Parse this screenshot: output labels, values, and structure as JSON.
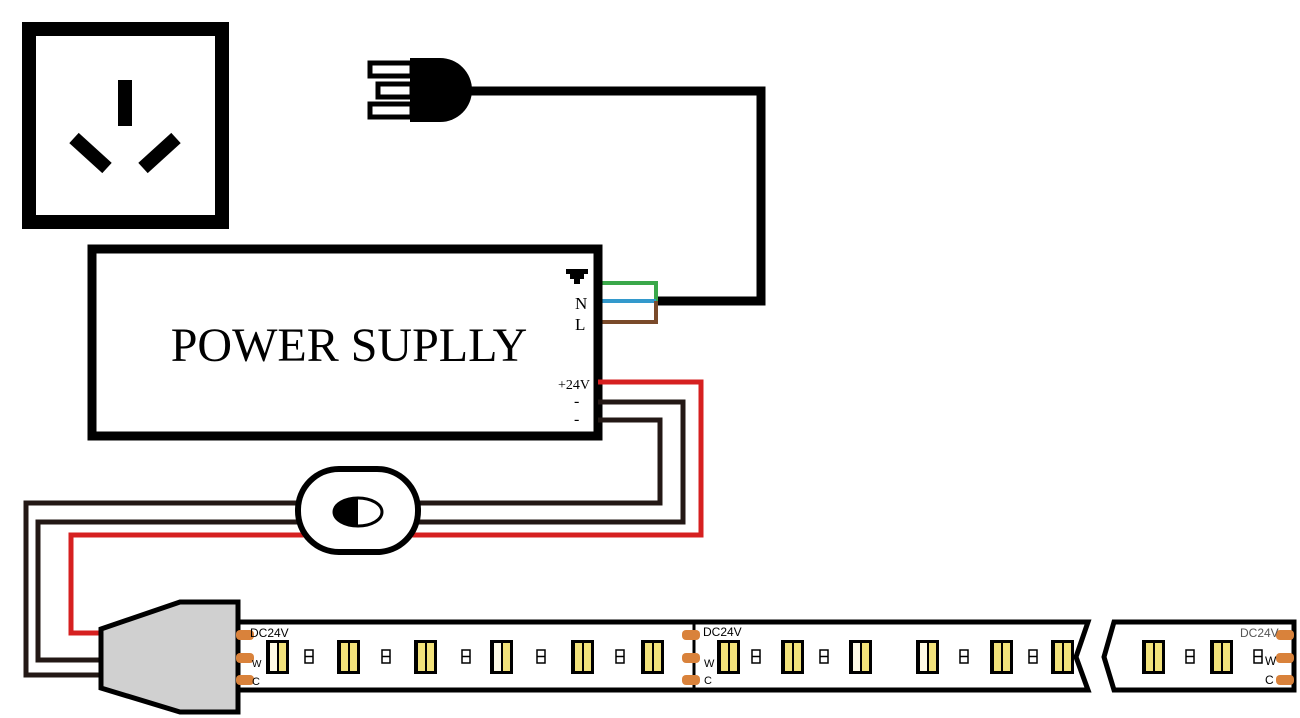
{
  "power_supply": {
    "title": "POWER SUPLLY",
    "earth_symbol": "earth-icon",
    "input_labels": {
      "neutral": "N",
      "live": "L"
    },
    "output_labels": {
      "positive": "+24V",
      "negative_1": "-",
      "negative_2": "-"
    }
  },
  "led_strip": {
    "segments": [
      {
        "voltage_label": "DC24V",
        "pad_labels": [
          "W",
          "C"
        ]
      },
      {
        "voltage_label": "DC24V",
        "pad_labels": [
          "W",
          "C"
        ]
      },
      {
        "voltage_label": "DC24V",
        "pad_labels": [
          "W",
          "C"
        ]
      }
    ]
  },
  "icons": {
    "wall_socket": "wall-socket-icon",
    "mains_plug": "mains-plug-icon",
    "dimmer_switch": "dimmer-switch-icon",
    "strip_connector": "strip-connector-icon"
  },
  "colors": {
    "earth_wire": "#3aa84a",
    "neutral_wire": "#3399cc",
    "live_wire": "#7a4a2a",
    "positive_wire": "#d62020",
    "negative_wire": "#231815",
    "led_warm": "#f2e27a",
    "led_cool": "#fffbe6",
    "copper_pad": "#d9823b",
    "connector_body": "#d0d0d0"
  }
}
